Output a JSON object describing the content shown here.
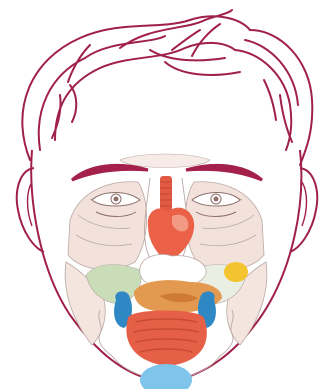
{
  "colors": {
    "outline": "#a0204a",
    "eyebrow": "#a4214b",
    "thin_line": "#b9a9a4",
    "face_fill": "#ffffff",
    "skin_zone": "#f3e2dc",
    "ear_zone": "#f4e5df",
    "lung_zone": "#c9ddb9",
    "heart": "#ea6148",
    "heart_light": "#f39a84",
    "trachea": "#e35a44",
    "stomach": "#ffffff",
    "gall_bladder": "#f4c430",
    "liver": "#e39a50",
    "liver_dark": "#cf7a35",
    "kidney": "#2f88c4",
    "intestine": "#e66048",
    "intestine_dark": "#c84a34",
    "bladder": "#7fc4ea"
  },
  "icons": [
    "face-line-art",
    "trachea",
    "heart",
    "lungs",
    "stomach",
    "gall-bladder",
    "liver",
    "kidneys",
    "intestines",
    "bladder"
  ]
}
